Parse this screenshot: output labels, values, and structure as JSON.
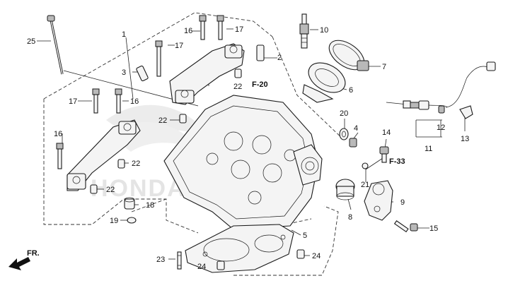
{
  "diagram": {
    "brand_watermark": "HONDA",
    "refs": {
      "f20": "F-20",
      "f33": "F-33"
    },
    "direction": {
      "label": "FR.",
      "icon": "front-arrow-icon"
    },
    "callouts": {
      "c1": "1",
      "c2": "2",
      "c3": "3",
      "c4": "4",
      "c5": "5",
      "c6": "6",
      "c7": "7",
      "c8": "8",
      "c9": "9",
      "c10": "10",
      "c11": "11",
      "c12": "12",
      "c13": "13",
      "c14": "14",
      "c15": "15",
      "c16a": "16",
      "c16b": "16",
      "c16c": "16",
      "c17a": "17",
      "c17b": "17",
      "c17c": "17",
      "c18": "18",
      "c19": "19",
      "c20": "20",
      "c21": "21",
      "c22a": "22",
      "c22b": "22",
      "c22c": "22",
      "c22d": "22",
      "c23": "23",
      "c24a": "24",
      "c24b": "24",
      "c25": "25"
    }
  }
}
